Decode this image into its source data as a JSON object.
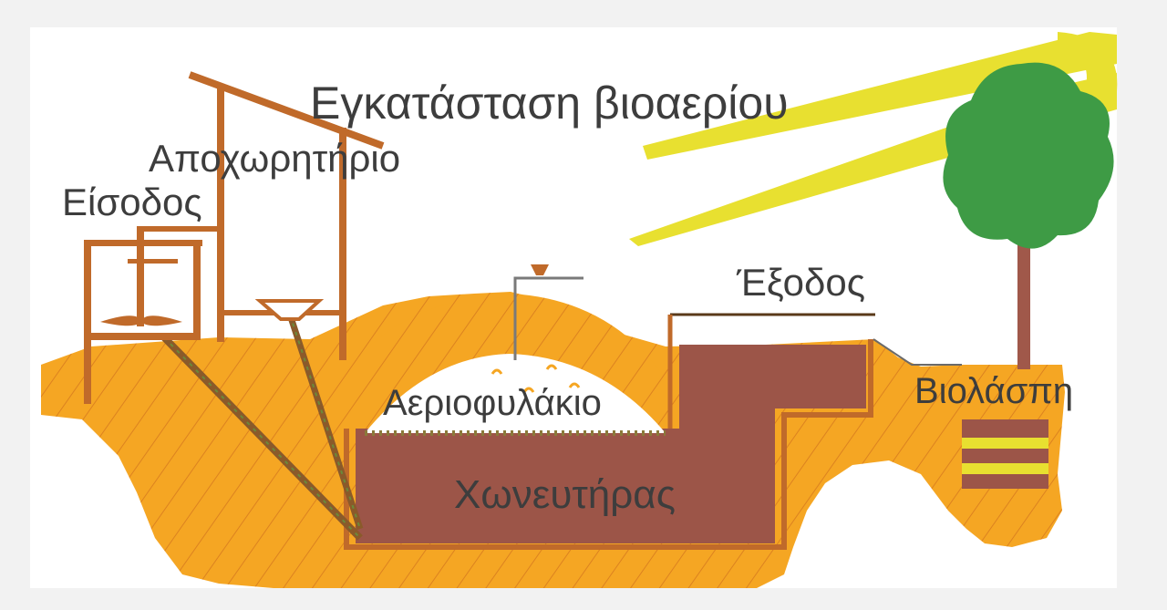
{
  "title": "Εγκατάσταση βιοαερίου",
  "labels": {
    "latrine": "Αποχωρητήριο",
    "inlet": "Είσοδος",
    "outlet": "Έξοδος",
    "gasholder": "Αεριοφυλάκιο",
    "digester": "Χωνευτήρας",
    "sludge": "Βιολάσπη"
  },
  "colors": {
    "ground": "#f5a623",
    "ground_hatch": "#c8641c",
    "slurry": "#9c5548",
    "wood": "#c06a2a",
    "sun_ray": "#e8e030",
    "tree_foliage": "#3e9b45",
    "tree_trunk": "#a0584a",
    "gas_space": "#ffffff",
    "background": "#ffffff"
  }
}
